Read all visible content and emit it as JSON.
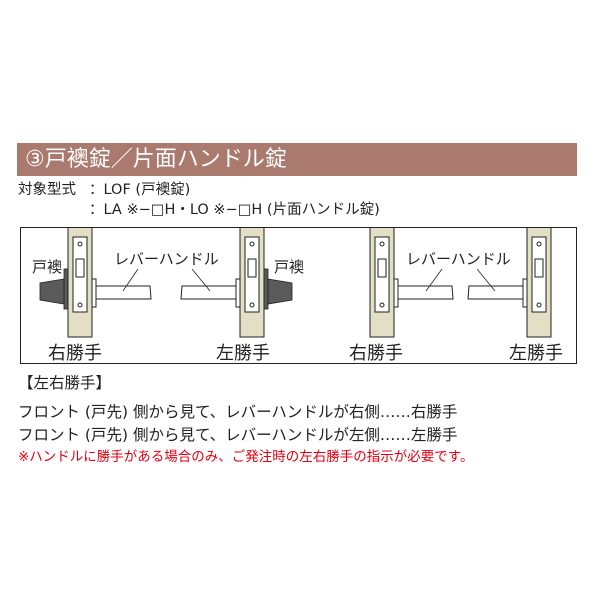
{
  "title": "③戸襖錠／片面ハンドル錠",
  "models": {
    "label": "対象型式",
    "colon": "：",
    "line1": "LOF (戸襖錠)",
    "line2": "LA ※−□H・LO ※−□H  (片面ハンドル錠)"
  },
  "diagram": {
    "panels": [
      {
        "caption": "右勝手",
        "door_label": "戸襖",
        "lever_label": "レバーハンドル",
        "type": "fusuma-right"
      },
      {
        "caption": "左勝手",
        "door_label": "戸襖",
        "lever_label": "レバーハンドル",
        "type": "fusuma-left"
      },
      {
        "caption": "右勝手",
        "lever_label": "レバーハンドル",
        "type": "single-right"
      },
      {
        "caption": "左勝手",
        "lever_label": "レバーハンドル",
        "type": "single-left"
      }
    ],
    "colors": {
      "door": "#e2dfc4",
      "rosette": "#5a5a5a",
      "outline": "#222222",
      "plate": "#ffffff"
    }
  },
  "handedness": {
    "heading": "【左右勝手】",
    "lines": [
      "フロント (戸先) 側から見て、レバーハンドルが右側……右勝手",
      "フロント (戸先) 側から見て、レバーハンドルが左側……左勝手"
    ],
    "note": "※ハンドルに勝手がある場合のみ、ご発注時の左右勝手の指示が必要です。",
    "note_color": "#e60012"
  },
  "colors": {
    "title_bar": "#a97a6d",
    "title_text": "#ffffff"
  }
}
